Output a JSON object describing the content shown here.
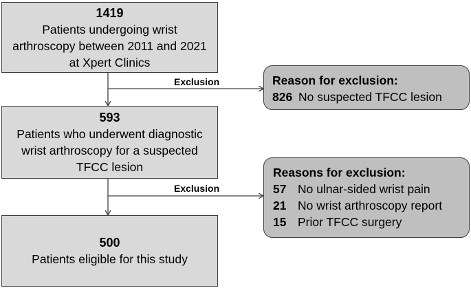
{
  "boxes": [
    {
      "count": "1419",
      "lines": [
        "Patients undergoing wrist",
        "arthroscopy between 2011 and 2021",
        "at Xpert Clinics"
      ]
    },
    {
      "count": "593",
      "lines": [
        "Patients who underwent diagnostic",
        "wrist arthroscopy for a suspected",
        "TFCC lesion"
      ]
    },
    {
      "count": "500",
      "lines": [
        "Patients eligible for this study"
      ]
    }
  ],
  "exclusion_label": "Exclusion",
  "exclusions": [
    {
      "title": "Reason for exclusion:",
      "items": [
        {
          "count": "826",
          "reason": "No suspected TFCC lesion"
        }
      ]
    },
    {
      "title": "Reasons for exclusion:",
      "items": [
        {
          "count": "57",
          "reason": "No ulnar-sided wrist pain"
        },
        {
          "count": "21",
          "reason": "No wrist arthroscopy report"
        },
        {
          "count": "15",
          "reason": "Prior TFCC surgery"
        }
      ]
    }
  ],
  "colors": {
    "box_fill": "#d9d9d9",
    "exclusion_fill": "#bfbfbf",
    "border": "#404040"
  }
}
